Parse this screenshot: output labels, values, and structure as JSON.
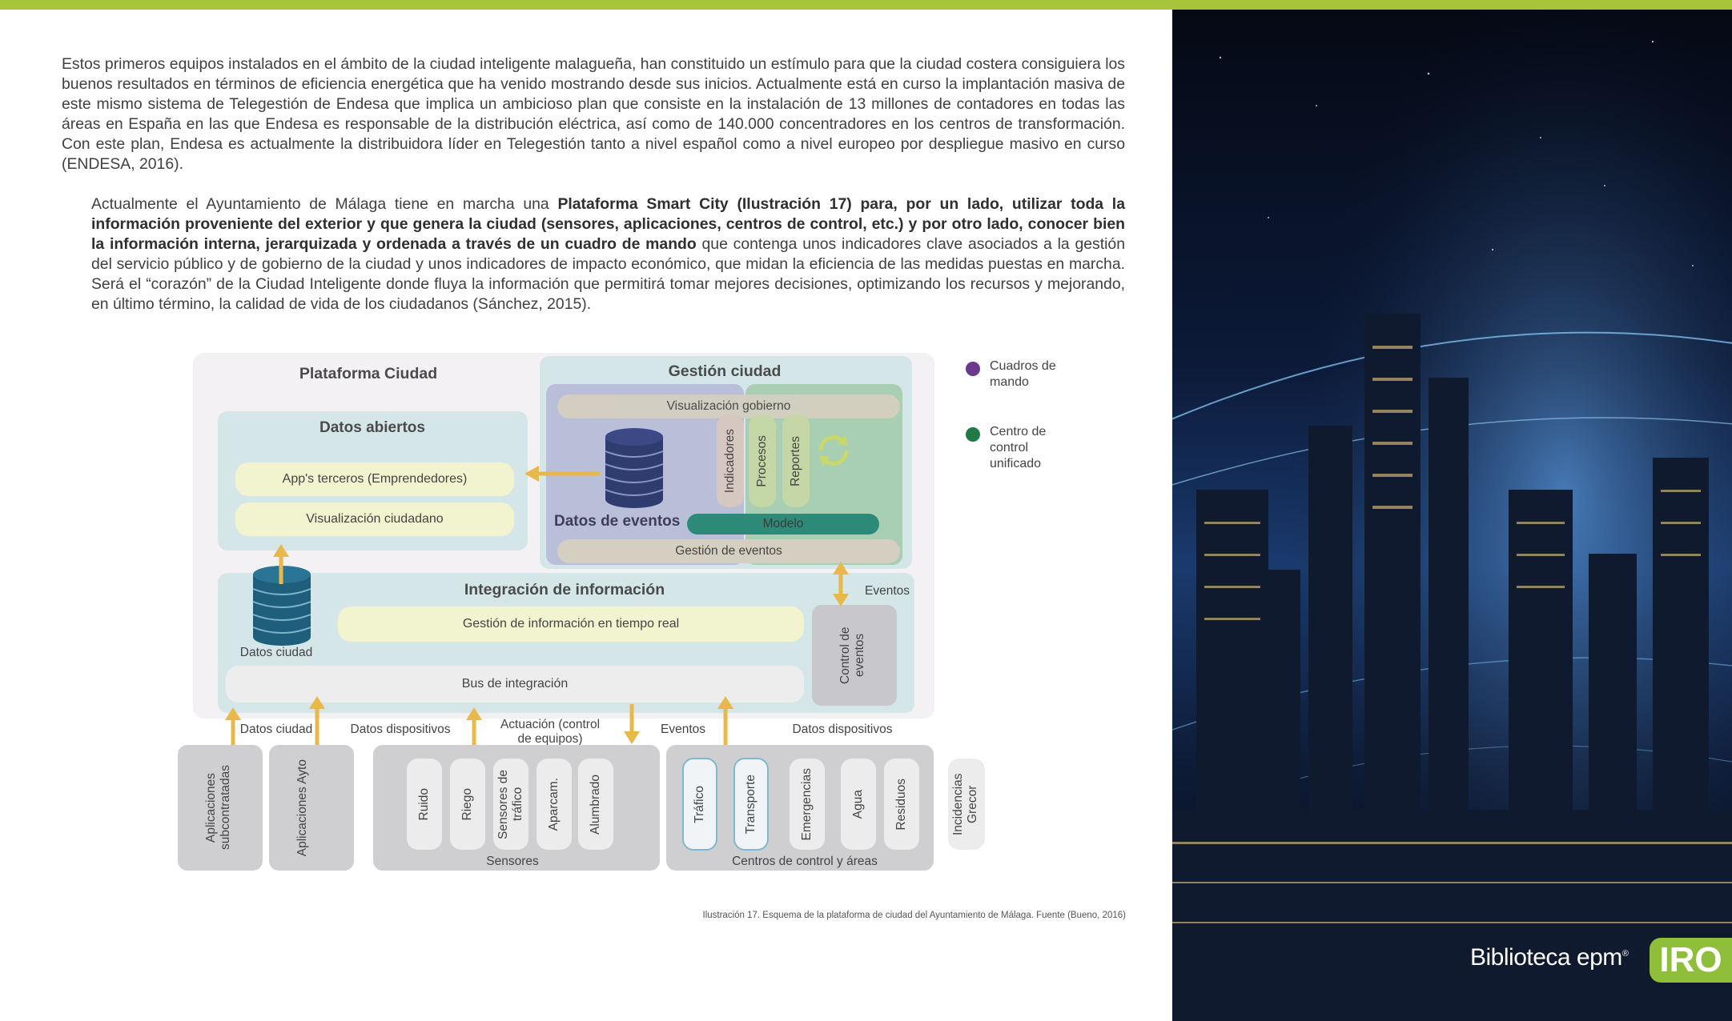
{
  "paragraph1": "Estos primeros equipos instalados en el ámbito de la ciudad inteligente malagueña, han constituido un estímulo para que la ciudad costera consiguiera los buenos resultados en términos de eficiencia energética que ha venido mostrando desde sus inicios. Actualmente está en curso la implantación masiva de este mismo sistema de Telegestión de Endesa que implica un ambicioso plan que consiste en la instalación de 13 millones de contadores en todas las áreas en España en las que Endesa es responsable de la distribución eléctrica, así como de 140.000 concentradores en los centros de transformación. Con este plan, Endesa es actualmente la distribuidora líder en Telegestión tanto a nivel español como a nivel europeo por despliegue masivo en curso (ENDESA, 2016).",
  "paragraph2": {
    "part1": "Actualmente el Ayuntamiento de Málaga tiene en marcha una ",
    "bold": "Plataforma Smart City (Ilustración 17) para, por un lado, utilizar toda la información proveniente del exterior y que genera la ciudad (sensores, aplicaciones, centros de control, etc.) y por otro lado, conocer bien la información interna, jerarquizada y ordenada a través de un cuadro de mando",
    "part2": " que contenga unos indicadores clave asociados a la gestión del servicio público y de gobierno de la ciudad y unos indicadores de impacto económico, que midan la eficiencia de las medidas puestas en marcha. Será el “corazón” de la Ciudad Inteligente donde fluya la información que permitirá tomar mejores decisiones, optimizando los recursos y mejorando, en último término, la calidad de vida de los ciudadanos (Sánchez, 2015)."
  },
  "diagram": {
    "plataforma": "Plataforma Ciudad",
    "gestion": "Gestión ciudad",
    "datos_abiertos": "Datos abiertos",
    "apps_terceros": "App's terceros (Emprendedores)",
    "visualizacion_ciudadano": "Visualización ciudadano",
    "visualizacion_gobierno": "Visualización gobierno",
    "indicadores": "Indicadores",
    "procesos": "Procesos",
    "reportes": "Reportes",
    "datos_eventos": "Datos de eventos",
    "modelo": "Modelo",
    "gestion_eventos": "Gestión de eventos",
    "integracion": "Integración de información",
    "gestion_tiempo_real": "Gestión de información en tiempo real",
    "datos_ciudad": "Datos ciudad",
    "bus": "Bus de integración",
    "eventos": "Eventos",
    "control_eventos": "Control de eventos",
    "flow_datos_ciudad": "Datos ciudad",
    "flow_datos_dispositivos": "Datos dispositivos",
    "flow_actuacion": "Actuación (control de equipos)",
    "flow_eventos": "Eventos",
    "flow_datos_dispositivos2": "Datos dispositivos",
    "aplicaciones_sub": "Aplicaciones subcontratadas",
    "aplicaciones_ayto": "Aplicaciones Ayto",
    "sensores": [
      "Ruido",
      "Riego",
      "Sensores de tráfico",
      "Aparcam.",
      "Alumbrado"
    ],
    "sensores_label": "Sensores",
    "centros": [
      "Tráfico",
      "Transporte",
      "Emergencias",
      "Agua",
      "Residuos"
    ],
    "centros_label": "Centros de control y áreas",
    "incidencias": "Incidencias Grecor",
    "legend": [
      {
        "label": "Cuadros de mando",
        "color": "#6b3a8c"
      },
      {
        "label": "Centro de control unificado",
        "color": "#1f7a44"
      }
    ]
  },
  "caption": "Ilustración 17. Esquema de la plataforma de ciudad del Ayuntamiento de Málaga. Fuente (Bueno, 2016)",
  "brand": {
    "name": "Biblioteca epm",
    "reg": "®",
    "badge": "IRO"
  },
  "colors": {
    "accent_green": "#a8c43a",
    "arrow": "#e8b84a",
    "db_dark": "#2f3c70",
    "db_teal": "#1f5f7c"
  }
}
